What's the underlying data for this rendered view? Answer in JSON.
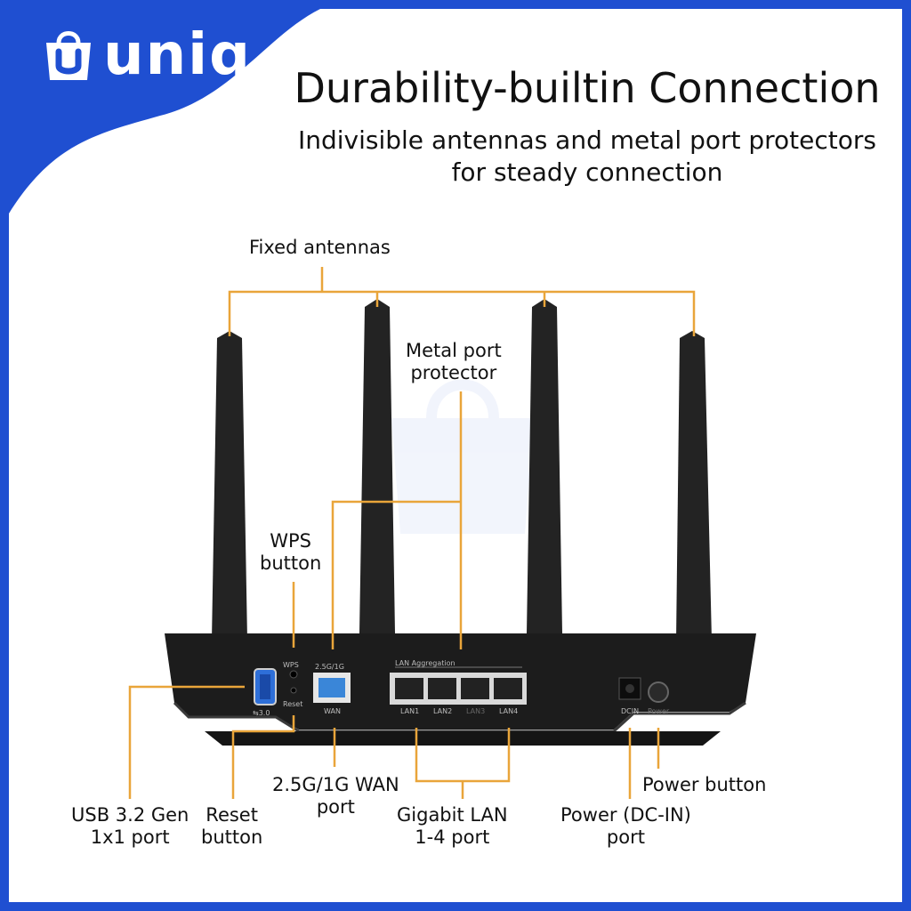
{
  "brand": {
    "name": "uniq",
    "colors": {
      "blue": "#1f4fd1",
      "accent_orange": "#e9a53a",
      "device": "#1c1c1c"
    }
  },
  "header": {
    "title": "Durability-builtin Connection",
    "subtitle_line1": "Indivisible antennas and metal port protectors",
    "subtitle_line2": "for steady connection"
  },
  "callouts": {
    "fixed_antennas": "Fixed antennas",
    "metal_port_protector": "Metal port\nprotector",
    "wps_button": "WPS\nbutton",
    "usb_port": "USB 3.2 Gen\n1x1 port",
    "reset_button": "Reset\nbutton",
    "wan_port": "2.5G/1G WAN\nport",
    "lan_ports": "Gigabit LAN\n1-4 port",
    "power_dc_in": "Power (DC-IN)\nport",
    "power_button": "Power button"
  },
  "device_labels": {
    "wps": "WPS",
    "reset": "Reset",
    "usb": "⇆3.0",
    "wan_top": "2.5G/1G",
    "wan": "WAN",
    "lan_aggregation": "LAN Aggregation",
    "lan1": "LAN1",
    "lan2": "LAN2",
    "lan3": "LAN3",
    "lan4": "LAN4",
    "dcin": "DCIN",
    "power": "Power"
  }
}
